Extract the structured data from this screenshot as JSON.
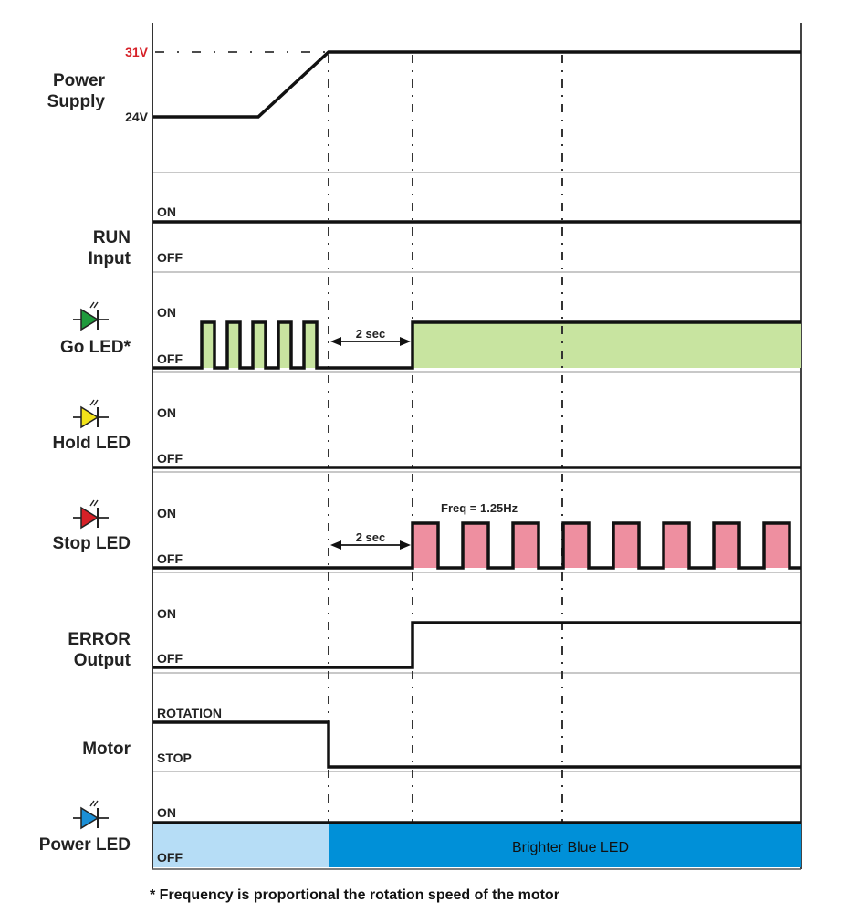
{
  "diagram": {
    "type": "timing-diagram",
    "guides": [
      "t1",
      "t2",
      "t3"
    ],
    "rows": [
      {
        "id": "power-supply",
        "title_lines": [
          "Power",
          "Supply"
        ],
        "levels": {
          "high": "31V",
          "low": "24V"
        },
        "high_color": "#d62027",
        "waveform": "24V until ramp start, ramps to 31V at t1, stays 31V"
      },
      {
        "id": "run-input",
        "title_lines": [
          "RUN",
          "Input"
        ],
        "levels": {
          "high": "ON",
          "low": "OFF"
        },
        "waveform": "ON throughout"
      },
      {
        "id": "go-led",
        "title_lines": [
          "Go LED*"
        ],
        "led_color": "#1f9a3c",
        "fill_color": "#c8e4a0",
        "levels": {
          "high": "ON",
          "low": "OFF"
        },
        "pulses_before_t1": 5,
        "annotation": "2 sec",
        "waveform": "5 pulses, OFF from t1 to t2, ON after t2"
      },
      {
        "id": "hold-led",
        "title_lines": [
          "Hold LED"
        ],
        "led_color": "#f2e31a",
        "levels": {
          "high": "ON",
          "low": "OFF"
        },
        "waveform": "OFF throughout"
      },
      {
        "id": "stop-led",
        "title_lines": [
          "Stop LED"
        ],
        "led_color": "#d62027",
        "fill_color": "#ee8fa0",
        "levels": {
          "high": "ON",
          "low": "OFF"
        },
        "annotation": "2 sec",
        "freq_label": "Freq = 1.25Hz",
        "pulses_after_t2": 8,
        "waveform": "OFF until t2, then blinks at 1.25Hz"
      },
      {
        "id": "error-output",
        "title_lines": [
          "ERROR",
          "Output"
        ],
        "levels": {
          "high": "ON",
          "low": "OFF"
        },
        "waveform": "OFF until t2, ON after"
      },
      {
        "id": "motor",
        "title_lines": [
          "Motor"
        ],
        "levels": {
          "high": "ROTATION",
          "low": "STOP"
        },
        "waveform": "ROTATION until t1, STOP after"
      },
      {
        "id": "power-led",
        "title_lines": [
          "Power LED"
        ],
        "led_color": "#1b8fd6",
        "fill_before": "#b6ddf6",
        "fill_after": "#0090d8",
        "levels": {
          "high": "ON",
          "low": "OFF"
        },
        "after_label": "Brighter Blue LED",
        "waveform": "ON; normal blue until t1, brighter blue after"
      }
    ],
    "footnote": "* Frequency is proportional the rotation speed of the motor"
  }
}
